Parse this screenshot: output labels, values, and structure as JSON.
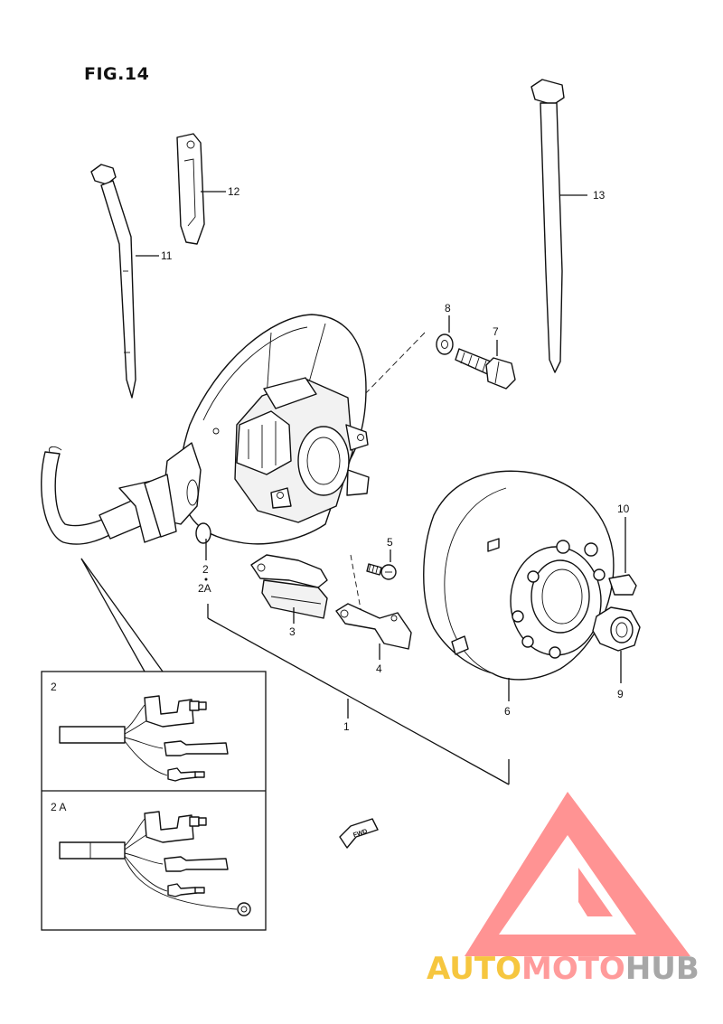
{
  "figure": {
    "title": "FIG.14"
  },
  "callouts": {
    "p1": "1",
    "p2": "2",
    "p2a": "2A",
    "p3": "3",
    "p4": "4",
    "p5": "5",
    "p6": "6",
    "p7": "7",
    "p8": "8",
    "p9": "9",
    "p10": "10",
    "p11": "11",
    "p12": "12",
    "p13": "13"
  },
  "insets": {
    "inset2_label": "2",
    "inset2a_label": "2 A"
  },
  "fwd_marker": "FWD",
  "watermark": {
    "brand_a": "AUTO",
    "brand_b": "MOTO",
    "brand_c": "HUB",
    "colors": {
      "auto": "#f4b400",
      "moto": "#ff7a7a",
      "hub": "#8a8a8a",
      "emblem": "#ff6f6f"
    }
  }
}
